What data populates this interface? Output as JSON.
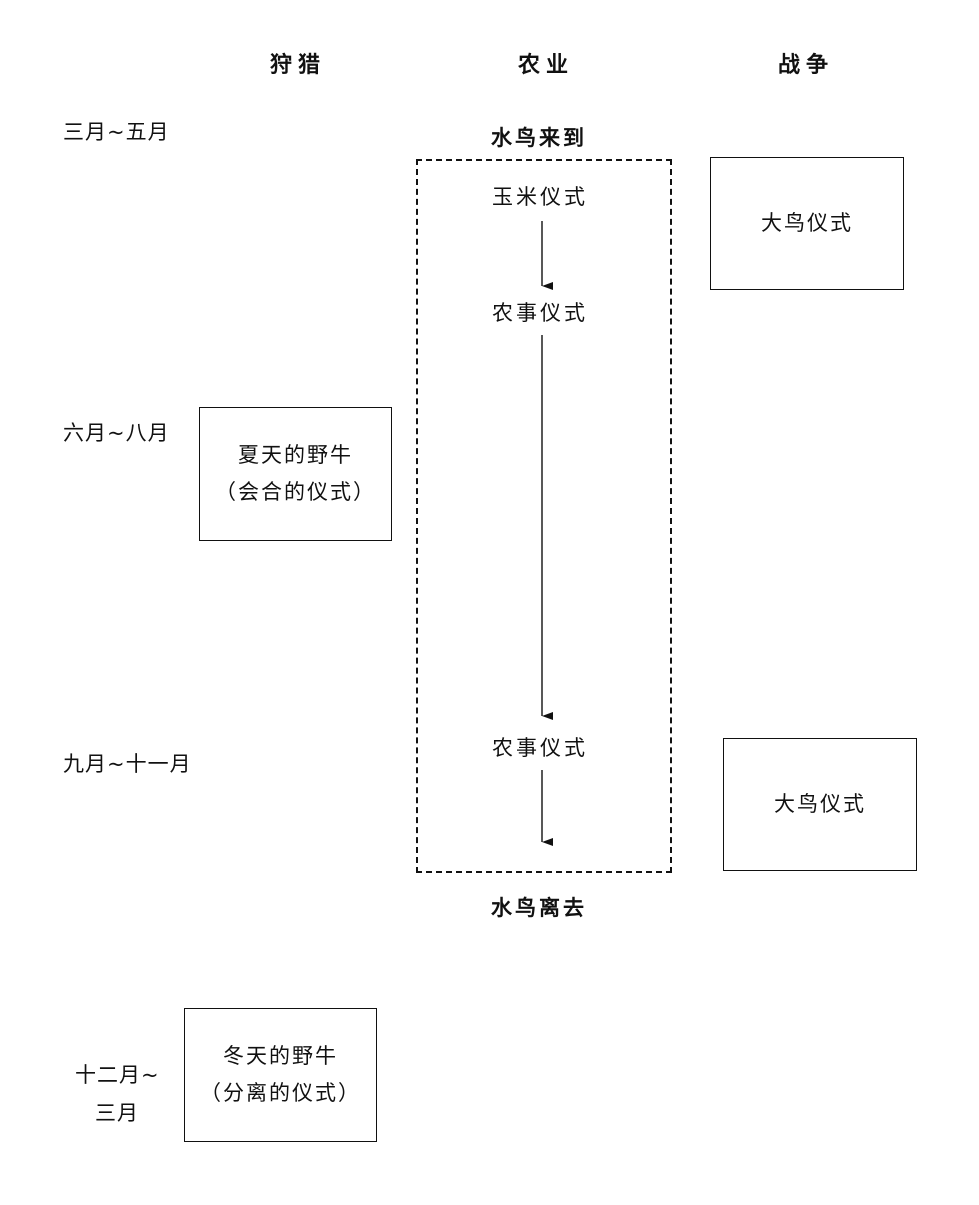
{
  "columns": {
    "hunting": "狩猎",
    "agriculture": "农业",
    "war": "战争"
  },
  "months": {
    "mar_may": "三月~五月",
    "jun_aug": "六月~八月",
    "sep_nov": "九月~十一月",
    "dec_mar_line1": "十二月~",
    "dec_mar_line2": "三月"
  },
  "agriculture": {
    "arrive": "水鸟来到",
    "leave": "水鸟离去",
    "corn": "玉米仪式",
    "farm1": "农事仪式",
    "farm2": "农事仪式"
  },
  "hunting": {
    "summer_line1": "夏天的野牛",
    "summer_line2": "（会合的仪式）",
    "winter_line1": "冬天的野牛",
    "winter_line2": "（分离的仪式）"
  },
  "war": {
    "bird1": "大鸟仪式",
    "bird2": "大鸟仪式"
  }
}
